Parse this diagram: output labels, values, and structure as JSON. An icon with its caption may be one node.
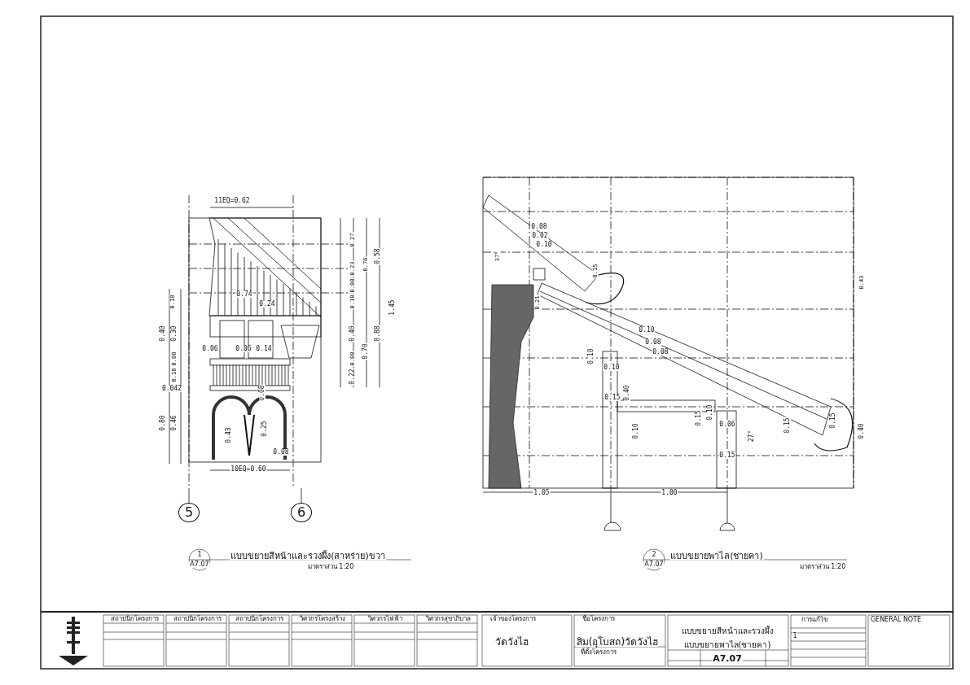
{
  "diagram": {
    "labels": [
      "11EQ=0.62",
      "0.08",
      "0.27",
      "0.02",
      "0.10",
      "0.23",
      "0.76",
      "0.58",
      "37°",
      "0.15",
      "0.08",
      "0.43",
      "0.18",
      "0.74",
      "0.24",
      "0.18",
      "1.45",
      "0.21",
      "0.10",
      "0.40",
      "0.30",
      "0.40",
      "0.88",
      "0.08",
      "0.08",
      "0.06",
      "0.06",
      "0.14",
      "0.08",
      "0.70",
      "0.10",
      "0.08",
      "0.18",
      "0.22",
      "0.10",
      "0.042",
      "0.08",
      "0.40",
      "0.15",
      "0.80",
      "0.46",
      "0.43",
      "0.25",
      "0.10",
      "0.15",
      "0.10",
      "0.06",
      "27°",
      "0.15",
      "0.15",
      "0.40",
      "0.08",
      "0.15",
      "10EQ=0.60",
      "1.05",
      "1.00",
      "5",
      "6",
      "1",
      "แบบขยายสีหน้าและรวงผึ้ง(สาหร่าย)ขวา",
      "2",
      "แบบขยายพาไล(ชายคา)",
      "A7.07",
      "มาตราส่วน 1:20",
      "A7.07",
      "มาตราส่วน 1:20",
      "สถาปนิกโครงการ",
      "สถาปนิกโครงการ",
      "สถาปนิกโครงการ",
      "วิศวกรโครงสร้าง",
      "วิศวกรไฟฟ้า",
      "วิศวกรสุขาภิบาล",
      "เจ้าของโครงการ",
      "ชื่อโครงการ",
      "การแก้ไข",
      "GENERAL NOTE",
      "แบบขยายสีหน้าและรวงผึ้ง",
      "1",
      "วัดวังไฮ",
      "สิม(อุโบสถ)วัดวังไฮ",
      "แบบขยายพาไล(ชายคา)",
      "ที่ตั้งโครงการ",
      "A7.07"
    ]
  }
}
